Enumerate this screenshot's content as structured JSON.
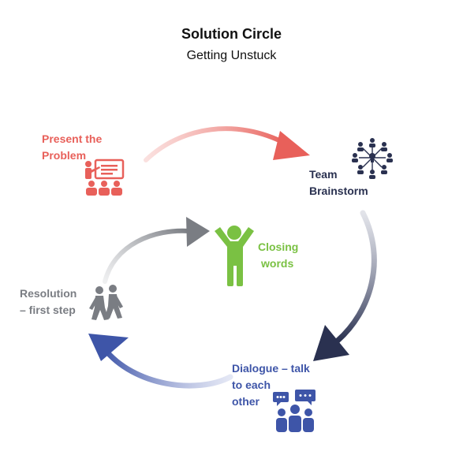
{
  "title": "Solution Circle",
  "subtitle": "Getting Unstuck",
  "colors": {
    "present": "#e8605a",
    "team": "#2a3150",
    "dialogue": "#3e55a8",
    "resolution": "#7a7d83",
    "closing": "#7ac143"
  },
  "steps": {
    "present": {
      "line1": "Present the",
      "line2": "Problem",
      "icon": "presentation-audience-icon"
    },
    "team": {
      "line1": "Team",
      "line2": "Brainstorm",
      "icon": "brainstorm-network-icon"
    },
    "dialogue": {
      "line1": "Dialogue – talk",
      "line2": "to each",
      "line3": "other",
      "icon": "people-chat-icon"
    },
    "resolution": {
      "line1": "Resolution",
      "line2": "– first step",
      "icon": "walking-people-icon"
    },
    "closing": {
      "line1": "Closing",
      "line2": "words",
      "icon": "person-arms-raised-icon"
    }
  }
}
